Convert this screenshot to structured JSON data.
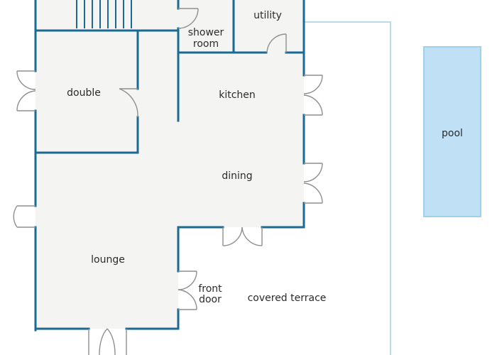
{
  "plan": {
    "colors": {
      "wall": "#1a6a93",
      "floor": "#f4f4f2",
      "door": "#8f8f8f",
      "stairs": "#1a6a93",
      "terrace_line": "#b9dcec",
      "pool_fill": "#bfe0f5",
      "pool_border": "#9fd0ec",
      "background": "#ffffff"
    },
    "rooms": {
      "utility": "utility",
      "shower_line1": "shower",
      "shower_line2": "room",
      "double": "double",
      "kitchen": "kitchen",
      "dining": "dining",
      "lounge": "lounge",
      "front_door_line1": "front",
      "front_door_line2": "door",
      "covered_terrace": "covered terrace",
      "pool": "pool"
    }
  }
}
